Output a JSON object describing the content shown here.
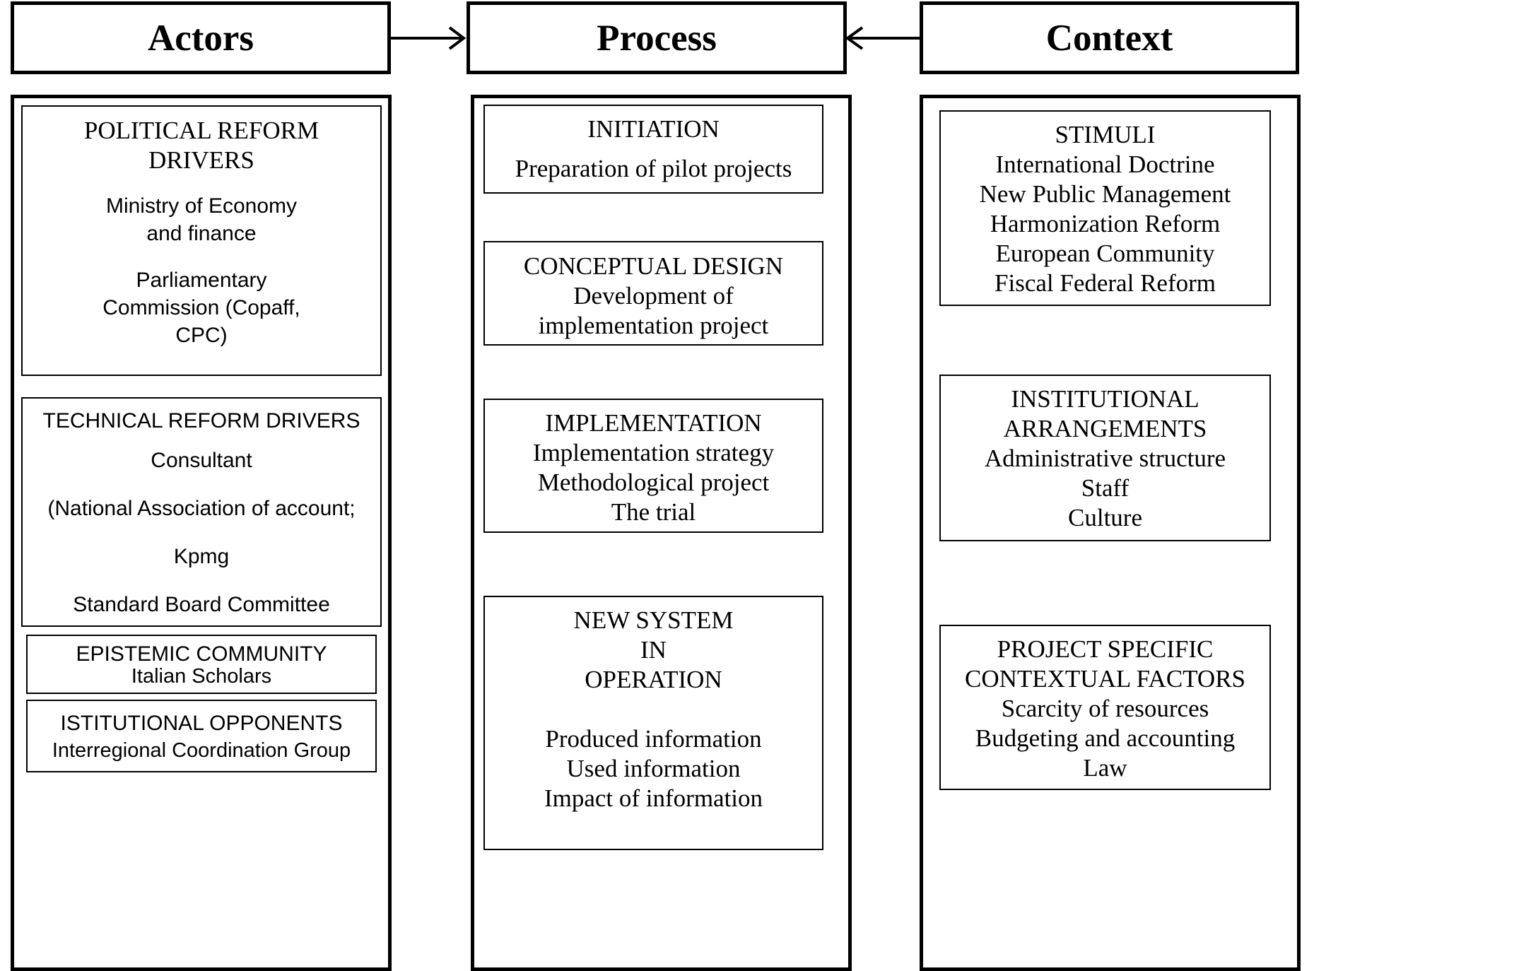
{
  "headers": {
    "actors": "Actors",
    "process": "Process",
    "context": "Context"
  },
  "actors": {
    "political": {
      "title": [
        "POLITICAL REFORM",
        "DRIVERS"
      ],
      "ministry": [
        "Ministry of Economy",
        "and finance"
      ],
      "parliament": [
        "Parliamentary",
        "Commission (Copaff,",
        "CPC)"
      ]
    },
    "technical": {
      "title": "TECHNICAL REFORM DRIVERS",
      "lines": [
        "Consultant",
        "(National Association of account;",
        "Kpmg",
        "Standard Board Committee"
      ]
    },
    "epistemic": {
      "title": "EPISTEMIC COMMUNITY",
      "subtitle": "Italian Scholars"
    },
    "opponents": {
      "title": "ISTITUTIONAL OPPONENTS",
      "subtitle": "Interregional Coordination Group"
    }
  },
  "process": {
    "initiation": {
      "title": "INITIATION",
      "lines": [
        "Preparation of pilot projects"
      ]
    },
    "conceptual": {
      "title": "CONCEPTUAL DESIGN",
      "lines": [
        "Development of",
        "implementation project"
      ]
    },
    "implementation": {
      "title": "IMPLEMENTATION",
      "lines": [
        "Implementation strategy",
        "Methodological project",
        "The trial"
      ]
    },
    "new_system": {
      "title": [
        "NEW SYSTEM",
        "IN",
        "OPERATION"
      ],
      "lines": [
        "Produced information",
        "Used information",
        "Impact of information"
      ]
    }
  },
  "context": {
    "stimuli": {
      "title": "STIMULI",
      "lines": [
        "International Doctrine",
        "New Public Management",
        "Harmonization Reform",
        "European Community",
        "Fiscal Federal Reform"
      ]
    },
    "institutional": {
      "title": [
        "INSTITUTIONAL",
        "ARRANGEMENTS"
      ],
      "lines": [
        "Administrative  structure",
        "Staff",
        "Culture"
      ]
    },
    "project_specific": {
      "title": [
        "PROJECT SPECIFIC",
        "CONTEXTUAL  FACTORS"
      ],
      "lines": [
        "Scarcity   of resources",
        "Budgeting and accounting",
        "Law"
      ]
    }
  }
}
